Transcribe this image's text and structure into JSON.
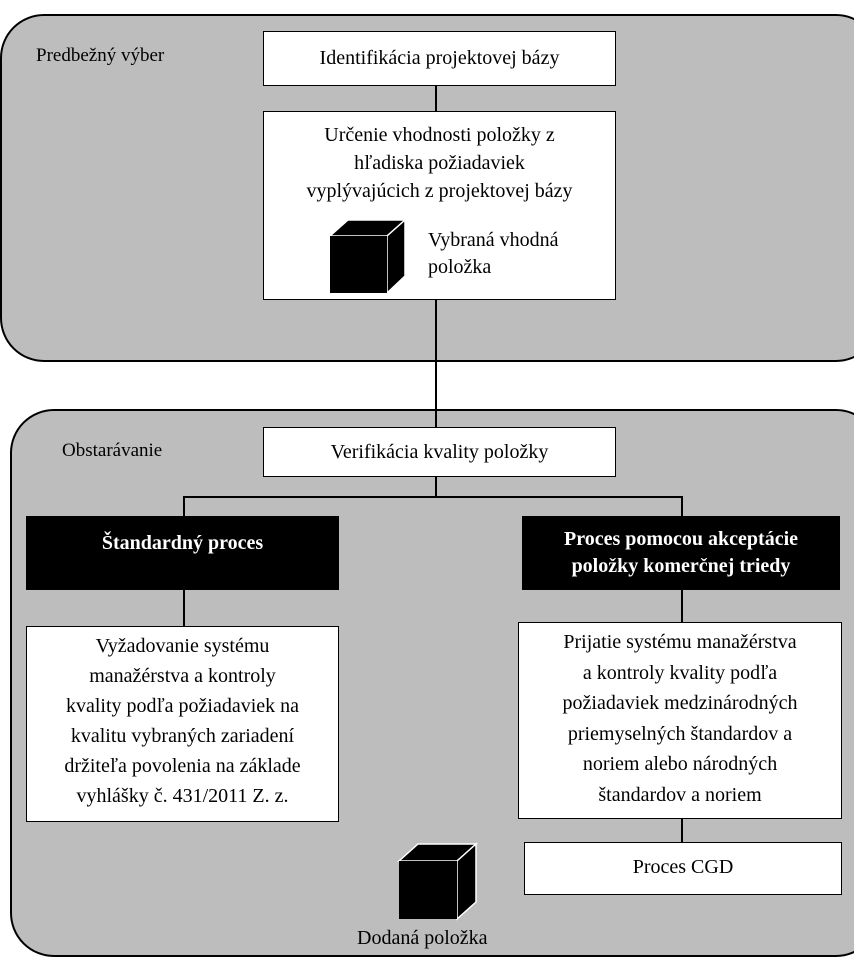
{
  "sections": {
    "preliminary": {
      "title": "Predbežný výber",
      "identification_box": "Identifikácia projektovej bázy",
      "suitability_box": {
        "lines": [
          "Určenie vhodnosti položky z",
          "hľadiska požiadaviek",
          "vyplývajúcich z projektovej bázy"
        ]
      },
      "selected_item": {
        "lines": [
          "Vybraná vhodná",
          "položka"
        ]
      }
    },
    "procurement": {
      "title": "Obstarávanie",
      "verification_box": "Verifikácia kvality položky",
      "standard_process": {
        "label": "Štandardný proces",
        "detail_lines": [
          "Vyžadovanie systému",
          "manažérstva a kontroly",
          "kvality podľa požiadaviek na",
          "kvalitu vybraných zariadení",
          "držiteľa povolenia na základe",
          "vyhlášky č. 431/2011 Z. z."
        ]
      },
      "commercial_process": {
        "label_lines": [
          "Proces pomocou akceptácie",
          "položky komerčnej triedy"
        ],
        "detail_lines": [
          "Prijatie systému manažérstva",
          "a kontroly kvality podľa",
          "požiadaviek medzinárodných",
          "priemyselných štandardov a",
          "noriem alebo národných",
          "štandardov a noriem"
        ],
        "cgd_box": "Proces CGD"
      },
      "delivered_item": "Dodaná položka"
    }
  },
  "colors": {
    "panel_fill": "#bdbdbd",
    "box_fill": "#ffffff",
    "dark_box_fill": "#000000",
    "line": "#000000"
  },
  "icons": {
    "item": "cube-icon"
  }
}
